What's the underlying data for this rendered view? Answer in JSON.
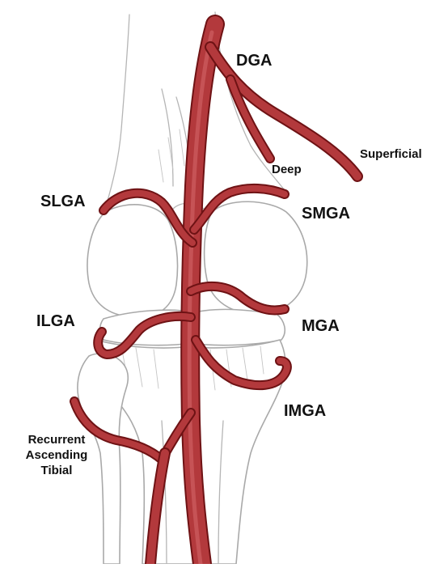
{
  "labels": {
    "dga": "DGA",
    "deep": "Deep",
    "superficial": "Superficial",
    "slga": "SLGA",
    "smga": "SMGA",
    "ilga": "ILGA",
    "mga": "MGA",
    "imga": "IMGA",
    "recurrent_line1": "Recurrent",
    "recurrent_line2": "Ascending",
    "recurrent_line3": "Tibial"
  },
  "colors": {
    "artery": "#b3393c",
    "artery_outline": "#6e1214",
    "bone_outline": "#a9a9a9",
    "label_text": "#111111"
  }
}
